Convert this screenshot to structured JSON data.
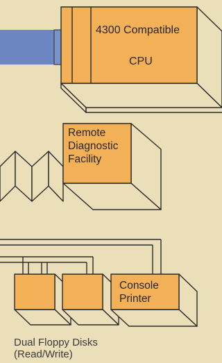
{
  "colors": {
    "background": "#ebdfb9",
    "box_fill": "#f2b157",
    "box_side": "#ebdfb9",
    "outline": "#2a2a2a",
    "link_bar": "#6c86c2"
  },
  "cpu": {
    "line1": "4300 Compatible",
    "line2": "CPU"
  },
  "remote_diagnostic": {
    "label": "Remote\nDiagnostic\nFacility"
  },
  "console_printer": {
    "label": "Console\nPrinter"
  },
  "floppy": {
    "caption": "Dual Floppy Disks\n(Read/Write)"
  }
}
